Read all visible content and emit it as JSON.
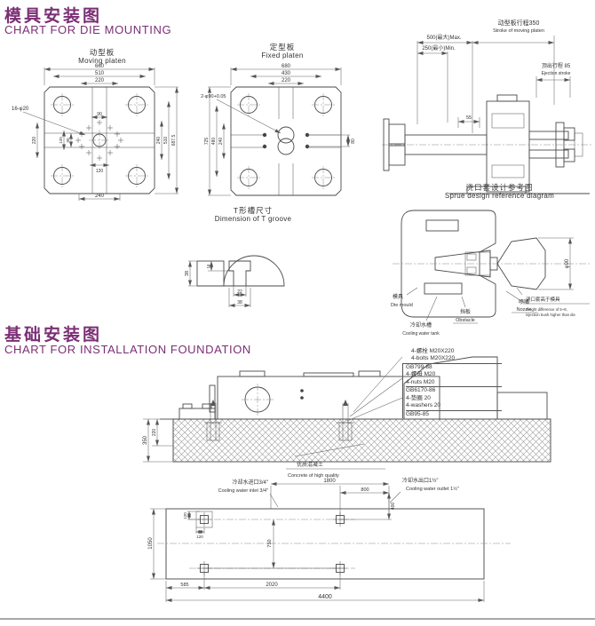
{
  "page": {
    "title1_zh": "模具安装图",
    "title1_en": "CHART FOR DIE MOUNTING",
    "title2_zh": "基础安装图",
    "title2_en": "CHART FOR INSTALLATION FOUNDATION",
    "accent": "#7b2f75"
  },
  "moving": {
    "title_zh": "动型板",
    "title_en": "Moving platen",
    "callout": "16-φ20",
    "d660": "660",
    "d510": "510",
    "d220": "220",
    "d90": "90",
    "d120": "120",
    "d240": "240",
    "l220": "220",
    "l120": "120",
    "l90": "90",
    "r240": "240",
    "r510": "510",
    "r687": "687.5"
  },
  "fixed": {
    "title_zh": "定型板",
    "title_en": "Fixed platen",
    "callout": "2-φ90+0.05",
    "d680": "680",
    "d430": "430",
    "d220": "220",
    "d725": "725",
    "d480": "480",
    "d240": "240",
    "d80": "80"
  },
  "stroke": {
    "title_zh": "动型板行程350",
    "title_en": "Stroke of moving platen",
    "max": "500(最大)Max.",
    "min": "250(最小)Min.",
    "eject_zh": "顶出行程 85",
    "eject_en": "Ejection stroke",
    "d55": "55"
  },
  "tgroove": {
    "title_zh": "T形槽尺寸",
    "title_en": "Dimension of T groove",
    "d38a": "38",
    "d16": "16",
    "d22": "22",
    "d38b": "38"
  },
  "sprue": {
    "title_zh": "浇口套设计参考图",
    "title_en": "Sprue design reference diagram",
    "dia": "φ90",
    "nozzle_zh": "喷嘴",
    "nozzle_en": "Nozzle",
    "die_zh": "模具",
    "die_en": "Die mould",
    "cool_zh": "冷却水槽",
    "cool_en": "Cooling water tank",
    "obstacle_zh": "挡板",
    "obstacle_en": "Obstacle",
    "h_zh": "浇口套高于模具",
    "h_en1": "Height difference of 5~8,",
    "h_en2": "injection bush higher than die"
  },
  "fside": {
    "specs": [
      "4-螺栓 M20X220",
      "4-bolts M20X220",
      "GB799-88",
      "4-螺母 M20",
      "4-nuts M20",
      "GB6170-86",
      "4-垫圈 20",
      "4-washers 20",
      "GB95-85"
    ],
    "concrete_zh": "优质混凝土",
    "concrete_en": "Concrete of high quality",
    "d350": "350",
    "d220": "220"
  },
  "fplan": {
    "inlet_zh": "冷却水进口3/4\"",
    "inlet_en": "Cooling water inlet 3/4\"",
    "outlet_zh": "冷却水出口1½\"",
    "outlet_en": "Cooling water outlet 1½\"",
    "d1800": "1800",
    "d800": "800",
    "d400": "400",
    "d1050": "1050",
    "d120a": "120",
    "d120b": "120",
    "d750": "750",
    "d585": "585",
    "d2020": "2020",
    "d4400": "4400"
  }
}
